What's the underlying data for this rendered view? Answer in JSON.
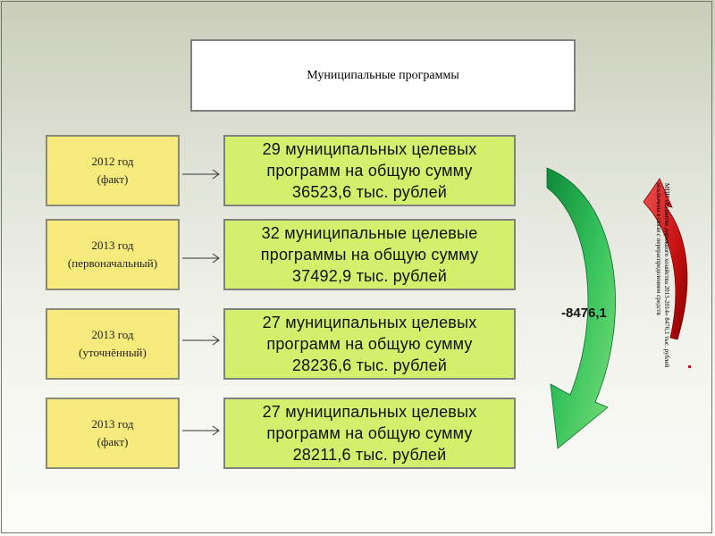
{
  "title": "Муниципальные программы",
  "rows": [
    {
      "year": "2012 год",
      "kind": "(факт)",
      "line1": "29 муниципальных целевых",
      "line2": "программ на общую сумму",
      "line3": "36523,6 тыс. рублей"
    },
    {
      "year": "2013 год",
      "kind": "(первоначальный)",
      "line1": "32 муниципальные целевые",
      "line2": "программы на общую сумму",
      "line3": "37492,9 тыс. рублей"
    },
    {
      "year": "2013 год",
      "kind": "(уточнённый)",
      "line1": "27 муниципальных целевых",
      "line2": "программ на общую сумму",
      "line3": "28236,6 тыс. рублей"
    },
    {
      "year": "2013 год",
      "kind": "(факт)",
      "line1": "27 муниципальных целевых",
      "line2": "программ на общую сумму",
      "line3": "28211,6 тыс. рублей"
    }
  ],
  "difference": "-8476,1",
  "side_note": "МЦП «Развитие дорожного хозяйства 2013-2014» 8476,1 тыс. рублей исключена в связи с перераспределением средств",
  "colors": {
    "year_box": "#f6ea7d",
    "program_box": "#d2f06b",
    "green_arrow": "#21a84a",
    "red_arrow": "#d81c1c"
  }
}
